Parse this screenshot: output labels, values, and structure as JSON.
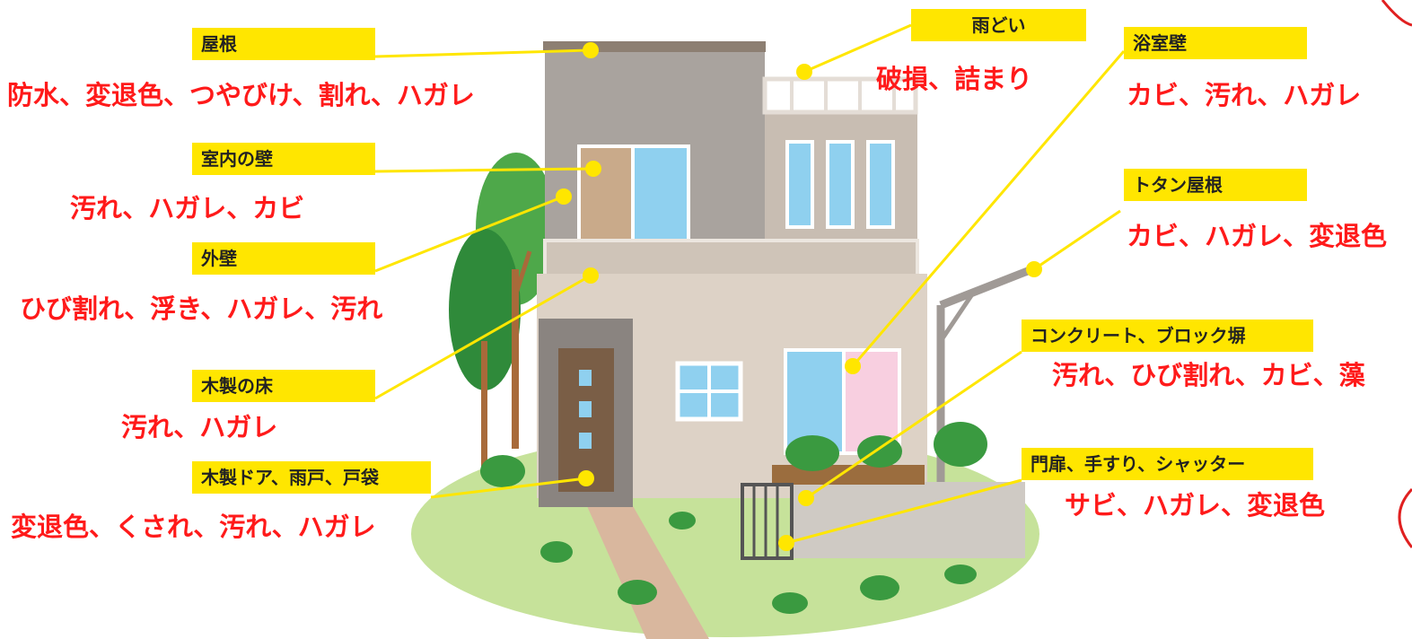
{
  "colors": {
    "label_bg": "#ffe600",
    "label_text": "#222222",
    "issue_text": "#ff1a1a",
    "leader_line": "#ffe600"
  },
  "callouts": [
    {
      "id": "roof",
      "label": "屋根",
      "issues": "防水、変退色、つやびけ、割れ、ハガレ"
    },
    {
      "id": "interior_wall",
      "label": "室内の壁",
      "issues": "汚れ、ハガレ、カビ"
    },
    {
      "id": "exterior_wall",
      "label": "外壁",
      "issues": "ひび割れ、浮き、ハガレ、汚れ"
    },
    {
      "id": "wood_floor",
      "label": "木製の床",
      "issues": "汚れ、ハガレ"
    },
    {
      "id": "wood_door",
      "label": "木製ドア、雨戸、戸袋",
      "issues": "変退色、くされ、汚れ、ハガレ"
    },
    {
      "id": "gutter",
      "label": "雨どい",
      "issues": "破損、詰まり"
    },
    {
      "id": "bath_wall",
      "label": "浴室壁",
      "issues": "カビ、汚れ、ハガレ"
    },
    {
      "id": "tin_roof",
      "label": "トタン屋根",
      "issues": "カビ、ハガレ、変退色"
    },
    {
      "id": "concrete",
      "label": "コンクリート、ブロック塀",
      "issues": "汚れ、ひび割れ、カビ、藻"
    },
    {
      "id": "gate",
      "label": "門扉、手すり、シャッター",
      "issues": "サビ、ハガレ、変退色"
    }
  ]
}
